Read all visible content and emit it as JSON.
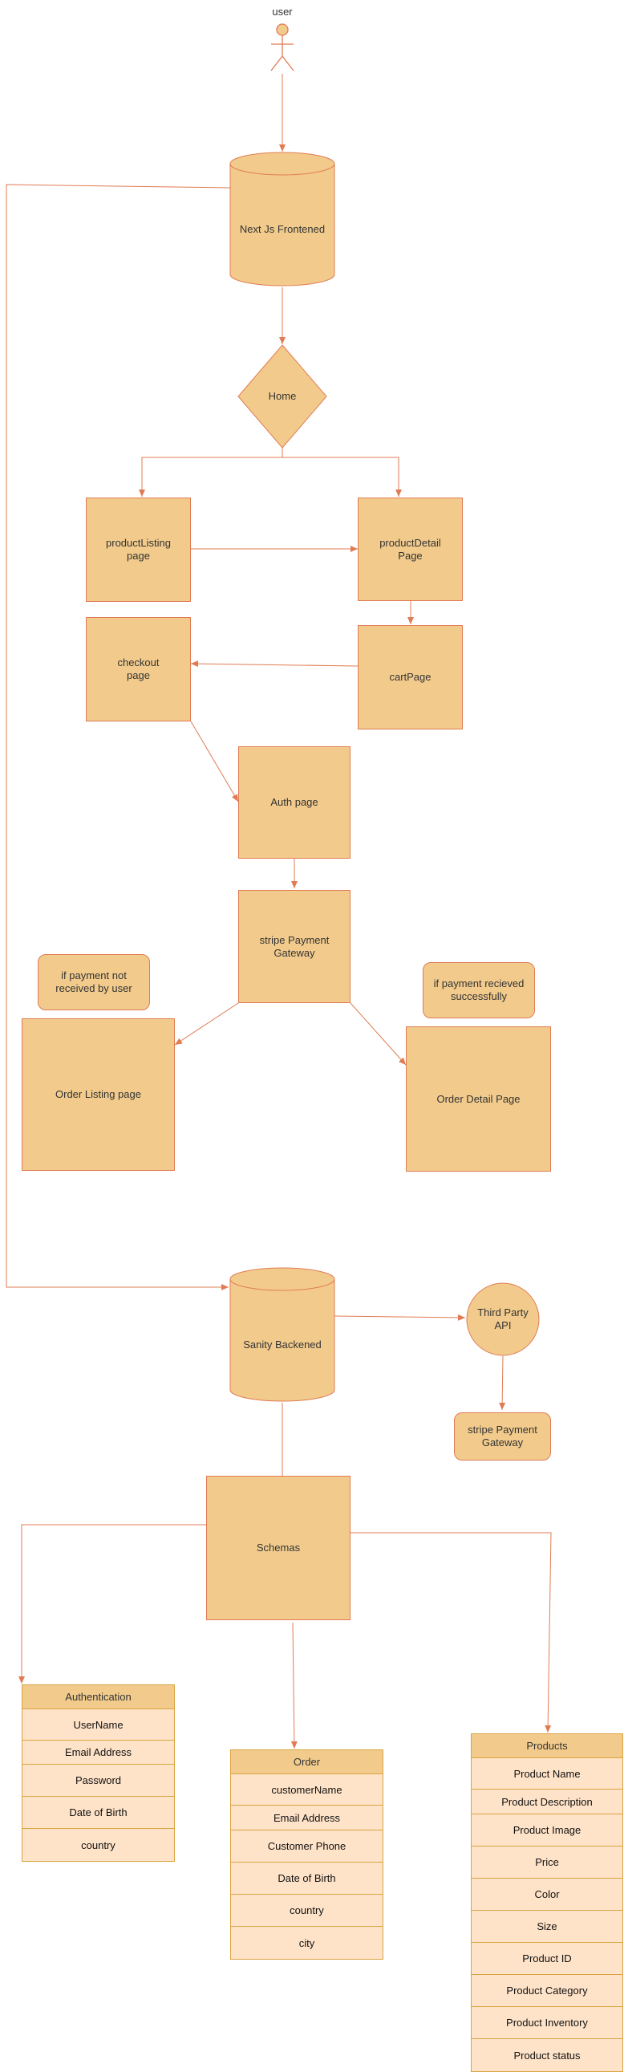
{
  "nodes": {
    "actor": "user",
    "frontend": "Next Js Frontened",
    "home": "Home",
    "product_listing": "productListing\npage",
    "product_detail": "productDetail\nPage",
    "checkout": "checkout\npage",
    "cart": "cartPage",
    "auth": "Auth page",
    "stripe_main": "stripe Payment\nGateway",
    "note_not_received": "if payment not\nreceived by user",
    "note_received": "if payment recieved\nsuccessfully",
    "order_listing": "Order Listing  page",
    "order_detail": "Order Detail Page",
    "backend": "Sanity Backened",
    "third_party": "Third Party\nAPI",
    "stripe_api": "stripe Payment\nGateway",
    "schemas": "Schemas"
  },
  "tables": {
    "authentication": {
      "title": "Authentication",
      "fields": [
        "UserName",
        "Email Address",
        "Password",
        "Date of Birth",
        "country"
      ]
    },
    "order": {
      "title": "Order",
      "fields": [
        "customerName",
        "Email Address",
        "Customer Phone",
        "Date of Birth",
        "country",
        "city"
      ]
    },
    "products": {
      "title": "Products",
      "fields": [
        "Product Name",
        "Product Description",
        "Product Image",
        "Price",
        "Color",
        "Size",
        "Product ID",
        "Product Category",
        "Product Inventory",
        "Product status"
      ]
    }
  },
  "colors": {
    "fill": "#f2cb8c",
    "stroke": "#e07b53",
    "row_fill": "#ffe3c8",
    "table_border": "#d9a441"
  }
}
